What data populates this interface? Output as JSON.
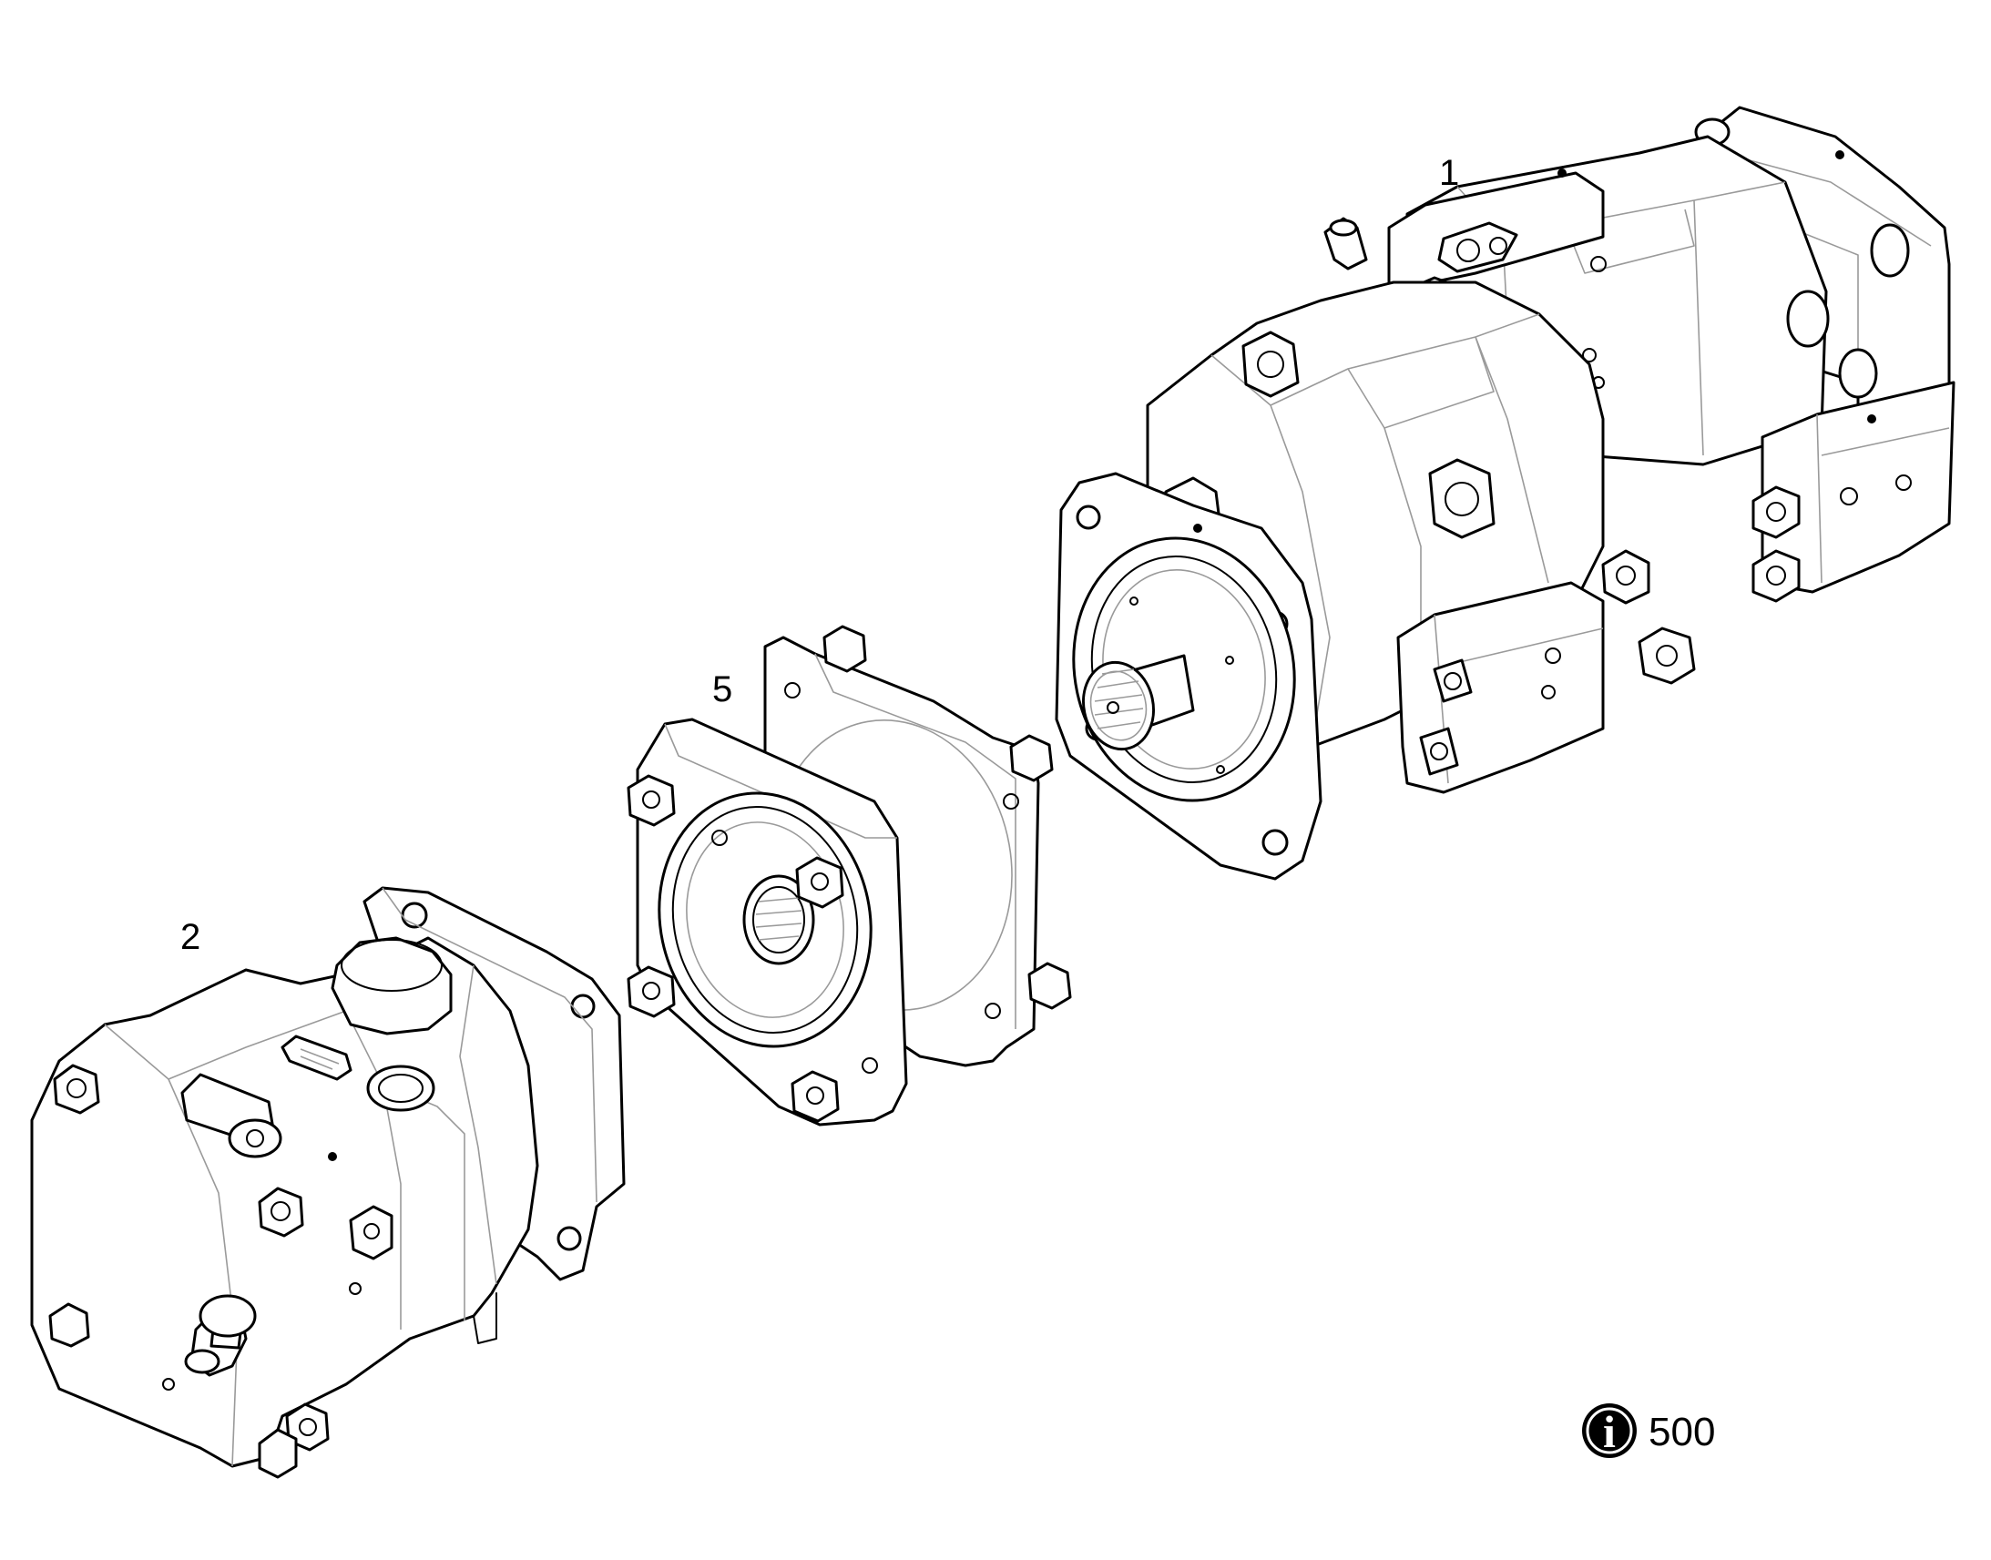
{
  "callouts": {
    "part_1": "1",
    "part_2": "2",
    "part_5": "5"
  },
  "info_badge": {
    "icon": "info-icon",
    "glyph": "i",
    "number": "500"
  }
}
